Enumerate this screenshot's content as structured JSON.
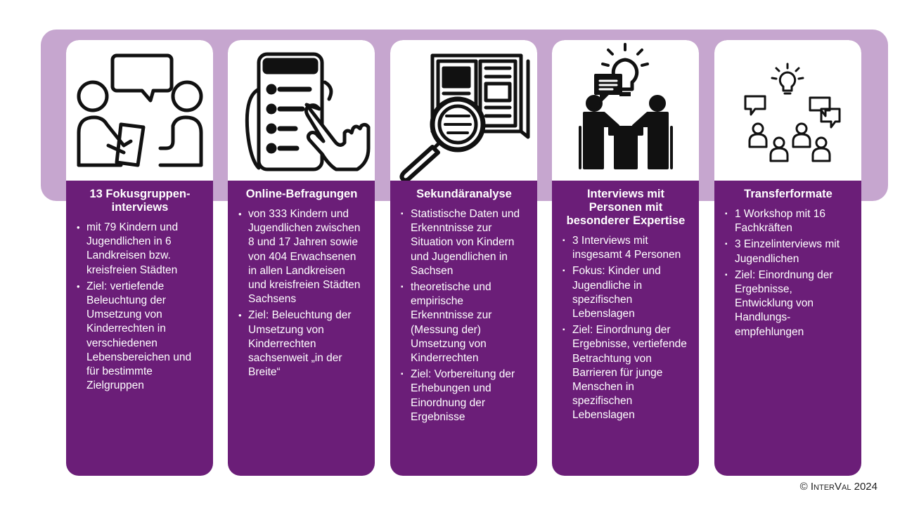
{
  "cards": [
    {
      "title": "13 Fokusgruppen-interviews",
      "icon": "focus-group-conversation-icon",
      "bullet": "•",
      "items": [
        "mit 79 Kindern und Jugendlichen in 6 Landkreisen bzw. kreisfreien Städten",
        "Ziel: vertiefende Beleuchtung der Umsetzung von Kinderrechten in verschiedenen Lebensbereichen und für bestimmte Zielgruppen"
      ]
    },
    {
      "title": "Online-Befragungen",
      "icon": "smartphone-survey-icon",
      "bullet": "•",
      "items": [
        "von 333 Kindern und Jugendlichen zwischen 8 und 17 Jahren sowie von 404 Erwachsenen in allen Landkreisen und kreisfreien Städten Sachsens",
        "Ziel: Beleuchtung der Umsetzung von Kinderrechten sachsenweit „in der Breite“"
      ]
    },
    {
      "title": "Sekundäranalyse",
      "icon": "magnifier-document-icon",
      "bullet": "▪",
      "items": [
        "Statistische Daten und Erkenntnisse zur Situation von Kindern und Jugendlichen in Sachsen",
        "theoretische und empirische Erkenntnisse zur (Messung der) Umsetzung von Kinderrechten",
        "Ziel: Vorbereitung der Erhebungen und Einordnung der Ergebnisse"
      ]
    },
    {
      "title": "Interviews mit Personen mit besonderer Expertise",
      "icon": "expert-meeting-lightbulb-icon",
      "bullet": "▪",
      "items": [
        "3 Interviews mit insgesamt 4 Personen",
        "Fokus: Kinder und Jugendliche in spezifischen Lebenslagen",
        "Ziel: Einordnung der Ergebnisse, vertiefende Betrachtung von Barrieren für junge Menschen in spezifischen Lebenslagen"
      ]
    },
    {
      "title": "Transferformate",
      "icon": "workshop-group-icon",
      "bullet": "▪",
      "items": [
        "1 Workshop mit 16 Fachkräften",
        "3 Einzelinterviews mit Jugendlichen",
        "Ziel: Einordnung der Ergebnisse, Entwicklung von Handlungs-empfehlungen"
      ]
    }
  ],
  "copyright": {
    "symbol": "©",
    "brand": "InterVal",
    "year": "2024"
  },
  "colors": {
    "card": "#6b1e78",
    "band": "#c6a6cf",
    "text": "#ffffff"
  }
}
